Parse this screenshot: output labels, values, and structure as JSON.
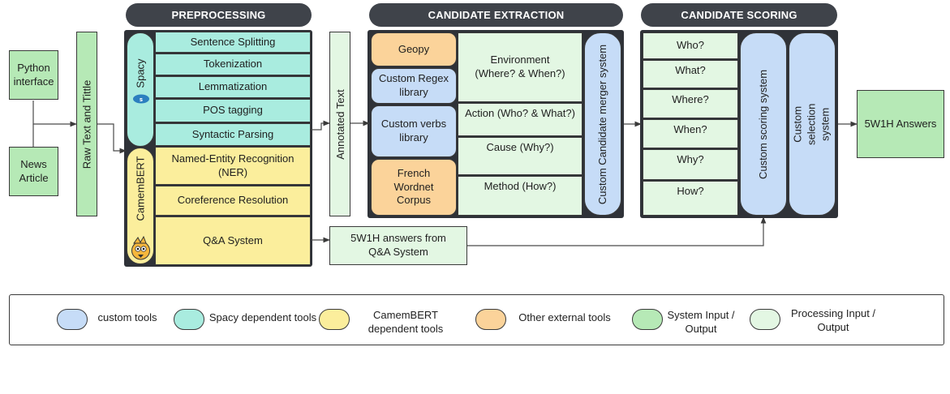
{
  "headers": {
    "preprocessing": "PREPROCESSING",
    "extraction": "CANDIDATE EXTRACTION",
    "scoring": "CANDIDATE SCORING"
  },
  "inputs": {
    "python": "Python interface",
    "news": "News Article",
    "raw": "Raw Text and Tittle"
  },
  "preprocessing": {
    "spacy_label": "Spacy",
    "camembert_label": "CamemBERT",
    "spacy_items": [
      "Sentence Splitting",
      "Tokenization",
      "Lemmatization",
      "POS tagging",
      "Syntactic Parsing"
    ],
    "camembert_items": [
      "Named-Entity Recognition (NER)",
      "Coreference Resolution",
      "Q&A System"
    ]
  },
  "annotated": "Annotated Text",
  "qa_answers": "5W1H answers from Q&A System",
  "extraction": {
    "tools": [
      "Geopy",
      "Custom Regex library",
      "Custom verbs library",
      "French Wordnet Corpus"
    ],
    "categories": [
      "Environment (Where? & When?)",
      "Action (Who? & What?)",
      "Cause (Why?)",
      "Method (How?)"
    ],
    "merger": "Custom Candidate merger system"
  },
  "scoring": {
    "questions": [
      "Who?",
      "What?",
      "Where?",
      "When?",
      "Why?",
      "How?"
    ],
    "scoring_system": "Custom scoring system",
    "selection_system": "Custom selection system"
  },
  "output": "5W1H Answers",
  "legend": [
    {
      "label": "custom tools",
      "color": "#c6dcf7"
    },
    {
      "label": "Spacy dependent tools",
      "color": "#a9ecdf"
    },
    {
      "label": "CamemBERT dependent tools",
      "color": "#fbee9c"
    },
    {
      "label": "Other external tools",
      "color": "#fbd39a"
    },
    {
      "label": "System Input / Output",
      "color": "#b6e9b6"
    },
    {
      "label": "Processing Input / Output",
      "color": "#e3f7e3"
    }
  ],
  "colors": {
    "header": "#3f434a",
    "panel": "#2f3238",
    "custom": "#c6dcf7",
    "spacy": "#a9ecdf",
    "camembert": "#fbee9c",
    "external": "#fbd39a",
    "system_io": "#b6e9b6",
    "processing_io": "#e3f7e3"
  }
}
